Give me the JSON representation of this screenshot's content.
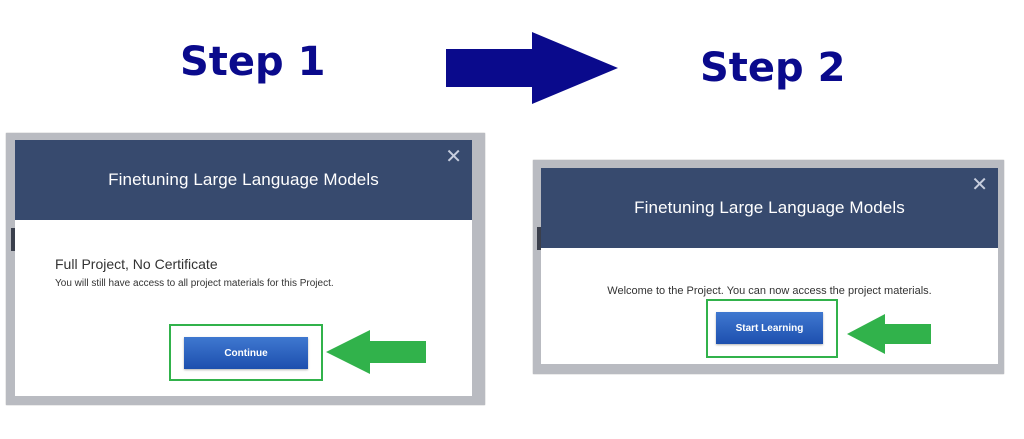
{
  "steps": {
    "step1_label": "Step 1",
    "step2_label": "Step 2"
  },
  "dialog1": {
    "title": "Finetuning Large Language Models",
    "close_glyph": "✕",
    "option_title": "Full Project, No Certificate",
    "option_description": "You will still have access to all project materials for this Project.",
    "button_label": "Continue"
  },
  "dialog2": {
    "title": "Finetuning Large Language Models",
    "close_glyph": "✕",
    "message": "Welcome to the Project. You can now access the project materials.",
    "button_label": "Start Learning"
  },
  "colors": {
    "step_text": "#0a0a8c",
    "big_arrow": "#0a0a8c",
    "header_bg": "#374a6e",
    "button_bg": "#1d56c0",
    "highlight": "#31b24b"
  },
  "icons": {
    "big_arrow": "arrow-right-icon",
    "pointer": "arrow-left-icon",
    "close": "close-icon"
  }
}
